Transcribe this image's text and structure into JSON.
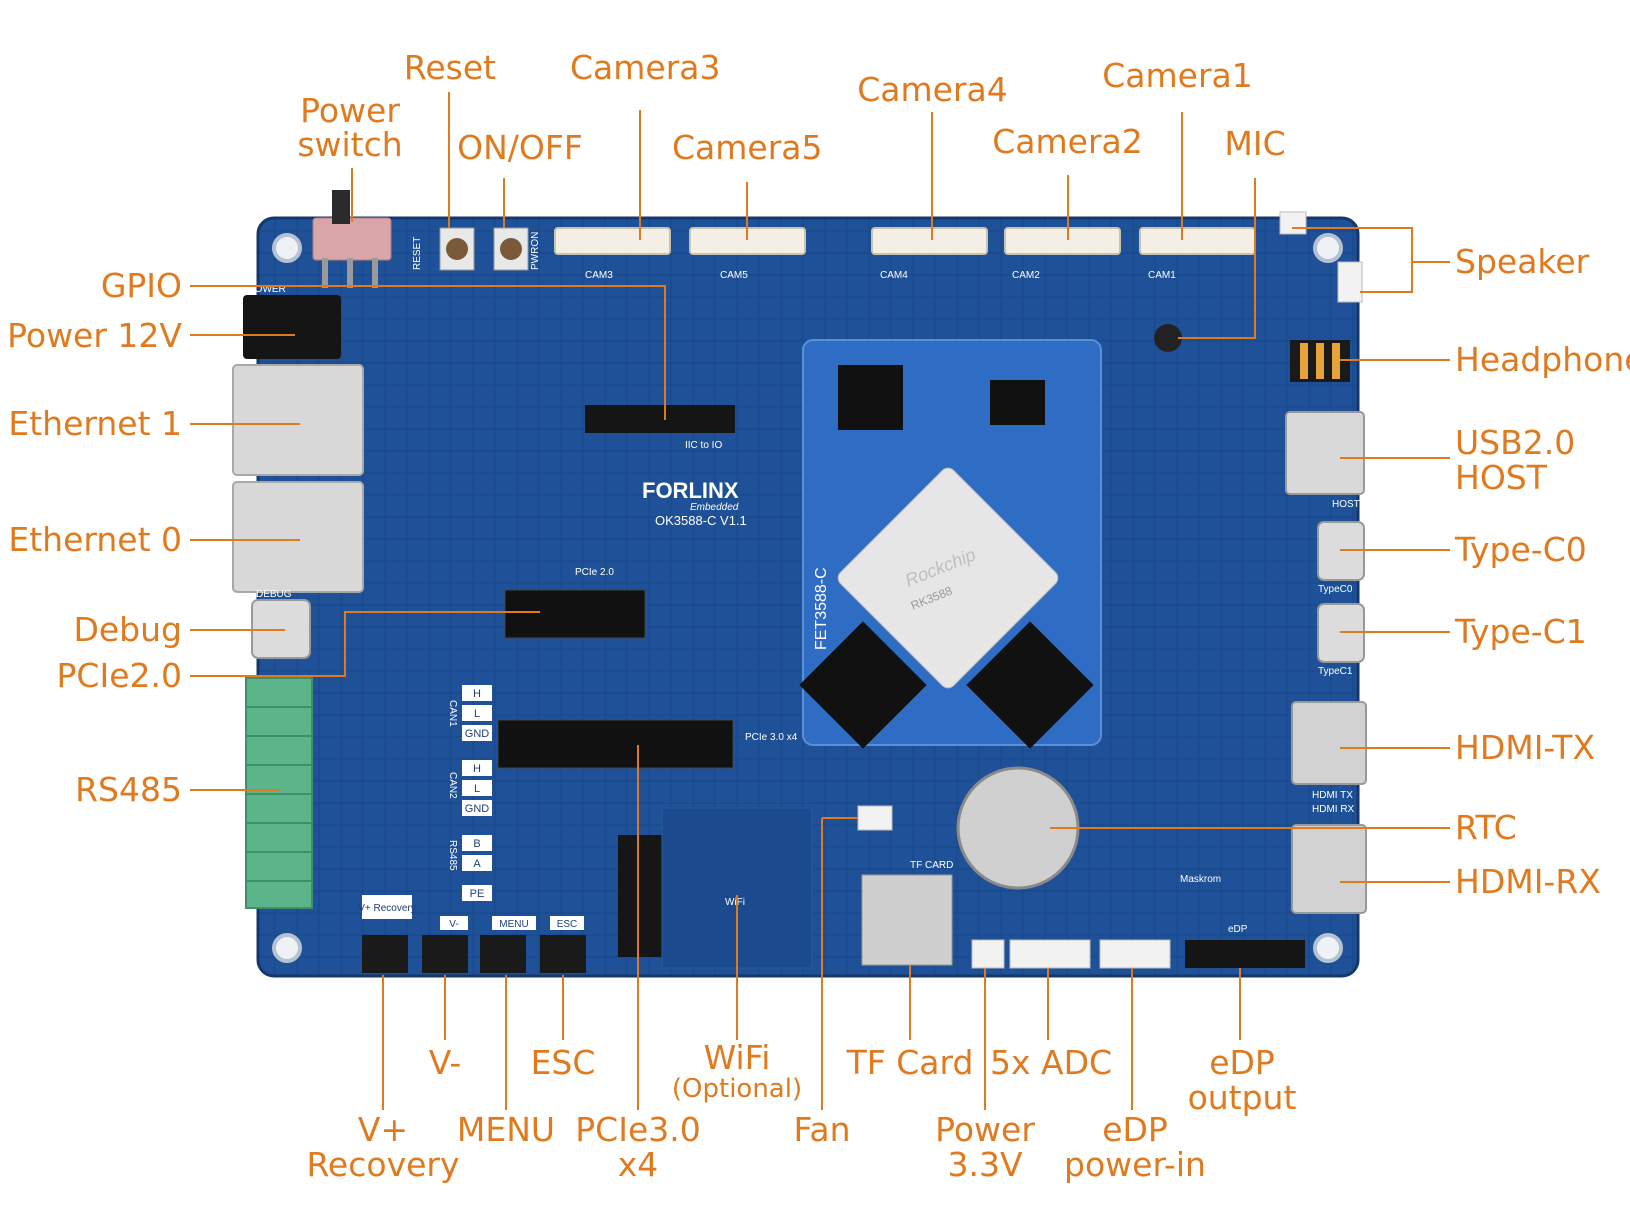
{
  "board": {
    "brand": "FORLINX",
    "brand_sub": "Embedded",
    "model": "OK3588-C V1.1",
    "som_model": "FET3588-C",
    "chip_brand": "Rockchip",
    "chip_model": "RK3588",
    "silk": {
      "cam3": "CAM3",
      "cam5": "CAM5",
      "cam4": "CAM4",
      "cam2": "CAM2",
      "cam1": "CAM1",
      "reset": "RESET",
      "pwron": "PWRON",
      "power": "POWER",
      "debug": "DEBUG",
      "iic": "IIC to IO",
      "pcie2": "PCIe 2.0",
      "pcie3": "PCIe 3.0 x4",
      "host": "HOST",
      "typec0": "TypeC0",
      "typec1": "TypeC1",
      "hdmitx": "HDMI TX",
      "hdmirx": "HDMI RX",
      "tfcard": "TF CARD",
      "maskrom": "Maskrom",
      "edp": "eDP",
      "wifi": "WiFi",
      "vrec": "V+ Recovery",
      "vminus": "V-",
      "menu": "MENU",
      "esc": "ESC",
      "can_h": "H",
      "can_l": "L",
      "can_gnd": "GND",
      "can1": "CAN1",
      "can2": "CAN2",
      "rs_b": "B",
      "rs_a": "A",
      "rs485": "RS485",
      "rs_pe": "PE"
    }
  },
  "labels": {
    "power_switch": "Power switch",
    "reset": "Reset",
    "on_off": "ON/OFF",
    "camera3": "Camera3",
    "camera5": "Camera5",
    "camera4": "Camera4",
    "camera2": "Camera2",
    "camera1": "Camera1",
    "mic": "MIC",
    "speaker": "Speaker",
    "headphone": "Headphone",
    "usb_host_1": "USB2.0",
    "usb_host_2": "HOST",
    "type_c0": "Type-C0",
    "type_c1": "Type-C1",
    "hdmi_tx": "HDMI-TX",
    "rtc": "RTC",
    "hdmi_rx": "HDMI-RX",
    "gpio": "GPIO",
    "power_12v": "Power 12V",
    "ethernet1": "Ethernet 1",
    "ethernet0": "Ethernet 0",
    "debug": "Debug",
    "pcie2": "PCIe2.0",
    "rs485": "RS485",
    "v_plus_1": "V+",
    "v_plus_2": "Recovery",
    "v_minus": "V-",
    "menu": "MENU",
    "esc": "ESC",
    "pcie3_1": "PCIe3.0",
    "pcie3_2": "x4",
    "wifi": "WiFi",
    "wifi_opt": "(Optional)",
    "fan": "Fan",
    "tf_card": "TF Card",
    "power33_1": "Power",
    "power33_2": "3.3V",
    "adc": "5x ADC",
    "edp_in_1": "eDP",
    "edp_in_2": "power-in",
    "edp_out_1": "eDP",
    "edp_out_2": "output"
  },
  "colors": {
    "label": "#e07a1f",
    "pcb": "#1e4f94",
    "pcb_dark": "#163e78",
    "som": "#2f6cc4",
    "terminal": "#5cb58a"
  }
}
